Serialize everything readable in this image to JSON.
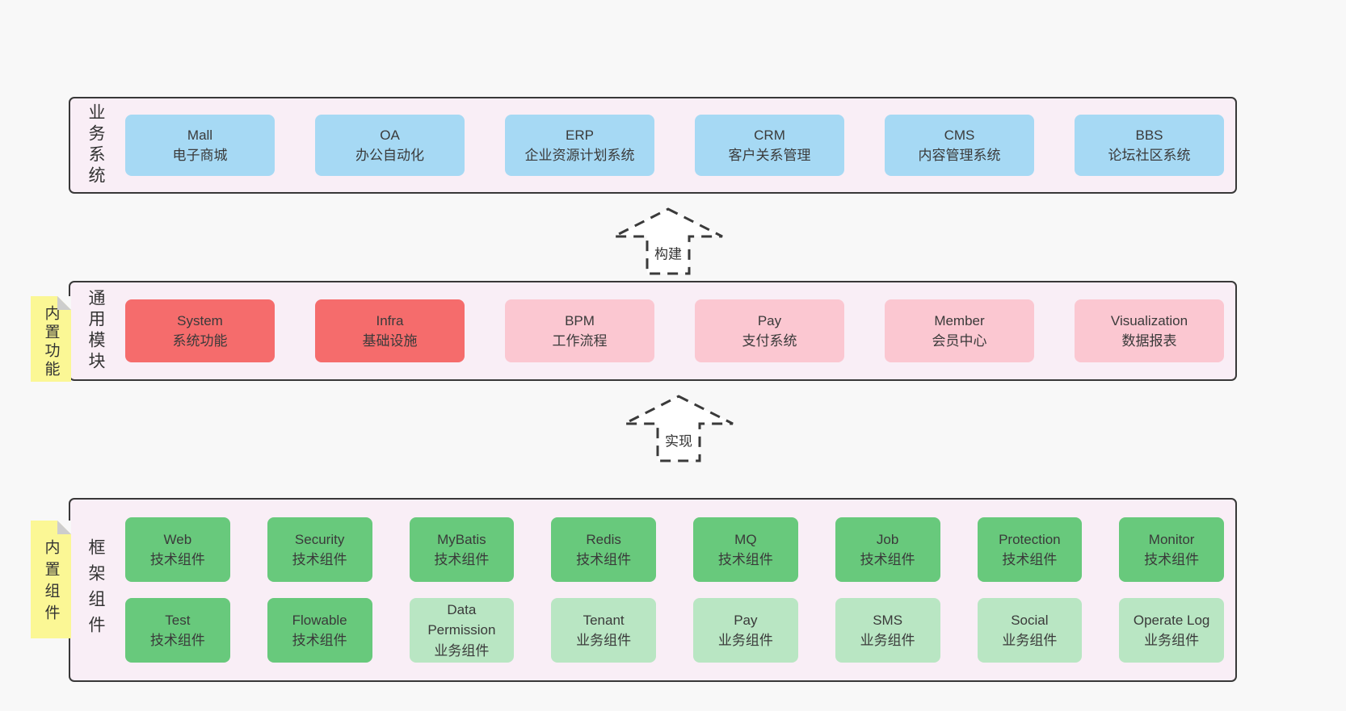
{
  "colors": {
    "page_bg": "#f8f8f8",
    "band_bg": "#f9eef6",
    "band_border": "#383838",
    "blue": "#a6d9f4",
    "red": "#f56c6c",
    "pink": "#fbc7d1",
    "green": "#68c97c",
    "light_green": "#b9e6c3",
    "note_yellow": "#fbf795",
    "note_fold": "#cdcdcd",
    "text": "#333333"
  },
  "arrows": [
    {
      "label": "构建"
    },
    {
      "label": "实现"
    }
  ],
  "bands": [
    {
      "label": "业务系统",
      "boxes": [
        {
          "title": "Mall",
          "subtitle": "电子商城"
        },
        {
          "title": "OA",
          "subtitle": "办公自动化"
        },
        {
          "title": "ERP",
          "subtitle": "企业资源计划系统"
        },
        {
          "title": "CRM",
          "subtitle": "客户关系管理"
        },
        {
          "title": "CMS",
          "subtitle": "内容管理系统"
        },
        {
          "title": "BBS",
          "subtitle": "论坛社区系统"
        }
      ]
    },
    {
      "label": "通用模块",
      "note": "内置功能",
      "boxes": [
        {
          "title": "System",
          "subtitle": "系统功能"
        },
        {
          "title": "Infra",
          "subtitle": "基础设施"
        },
        {
          "title": "BPM",
          "subtitle": "工作流程"
        },
        {
          "title": "Pay",
          "subtitle": "支付系统"
        },
        {
          "title": "Member",
          "subtitle": "会员中心"
        },
        {
          "title": "Visualization",
          "subtitle": "数据报表"
        }
      ]
    },
    {
      "label": "框架组件",
      "note": "内置组件",
      "rows": [
        [
          {
            "title": "Web",
            "subtitle": "技术组件"
          },
          {
            "title": "Security",
            "subtitle": "技术组件"
          },
          {
            "title": "MyBatis",
            "subtitle": "技术组件"
          },
          {
            "title": "Redis",
            "subtitle": "技术组件"
          },
          {
            "title": "MQ",
            "subtitle": "技术组件"
          },
          {
            "title": "Job",
            "subtitle": "技术组件"
          },
          {
            "title": "Protection",
            "subtitle": "技术组件"
          },
          {
            "title": "Monitor",
            "subtitle": "技术组件"
          }
        ],
        [
          {
            "title": "Test",
            "subtitle": "技术组件"
          },
          {
            "title": "Flowable",
            "subtitle": "技术组件"
          },
          {
            "title": "Data Permission",
            "subtitle": "业务组件"
          },
          {
            "title": "Tenant",
            "subtitle": "业务组件"
          },
          {
            "title": "Pay",
            "subtitle": "业务组件"
          },
          {
            "title": "SMS",
            "subtitle": "业务组件"
          },
          {
            "title": "Social",
            "subtitle": "业务组件"
          },
          {
            "title": "Operate Log",
            "subtitle": "业务组件"
          }
        ]
      ]
    }
  ]
}
